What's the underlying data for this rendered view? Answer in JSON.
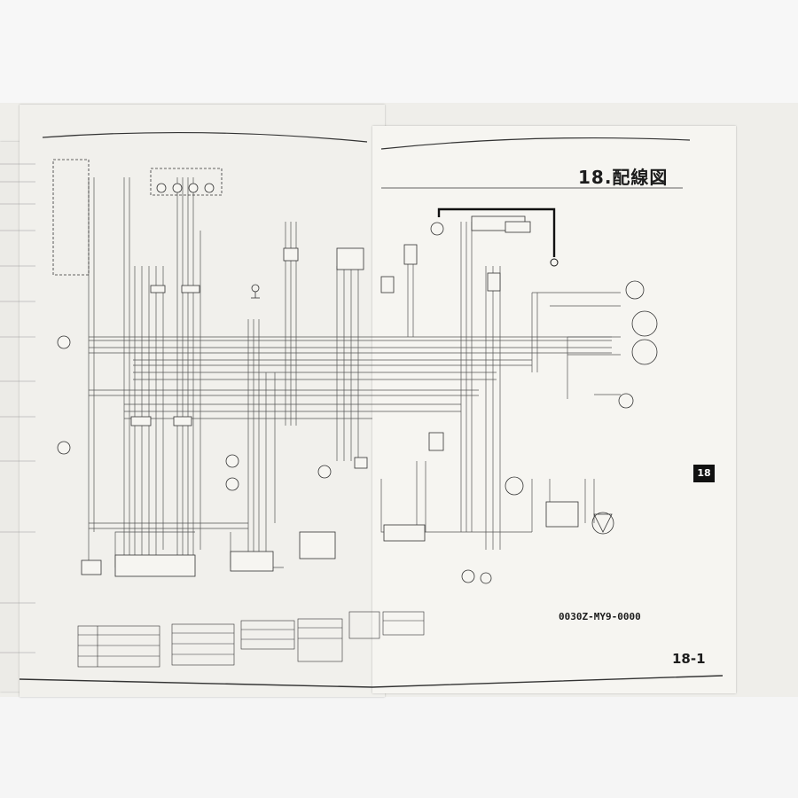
{
  "section_title": "18.配線図",
  "document_code": "0030Z-MY9-0000",
  "page_number": "18-1",
  "section_tab": "18"
}
